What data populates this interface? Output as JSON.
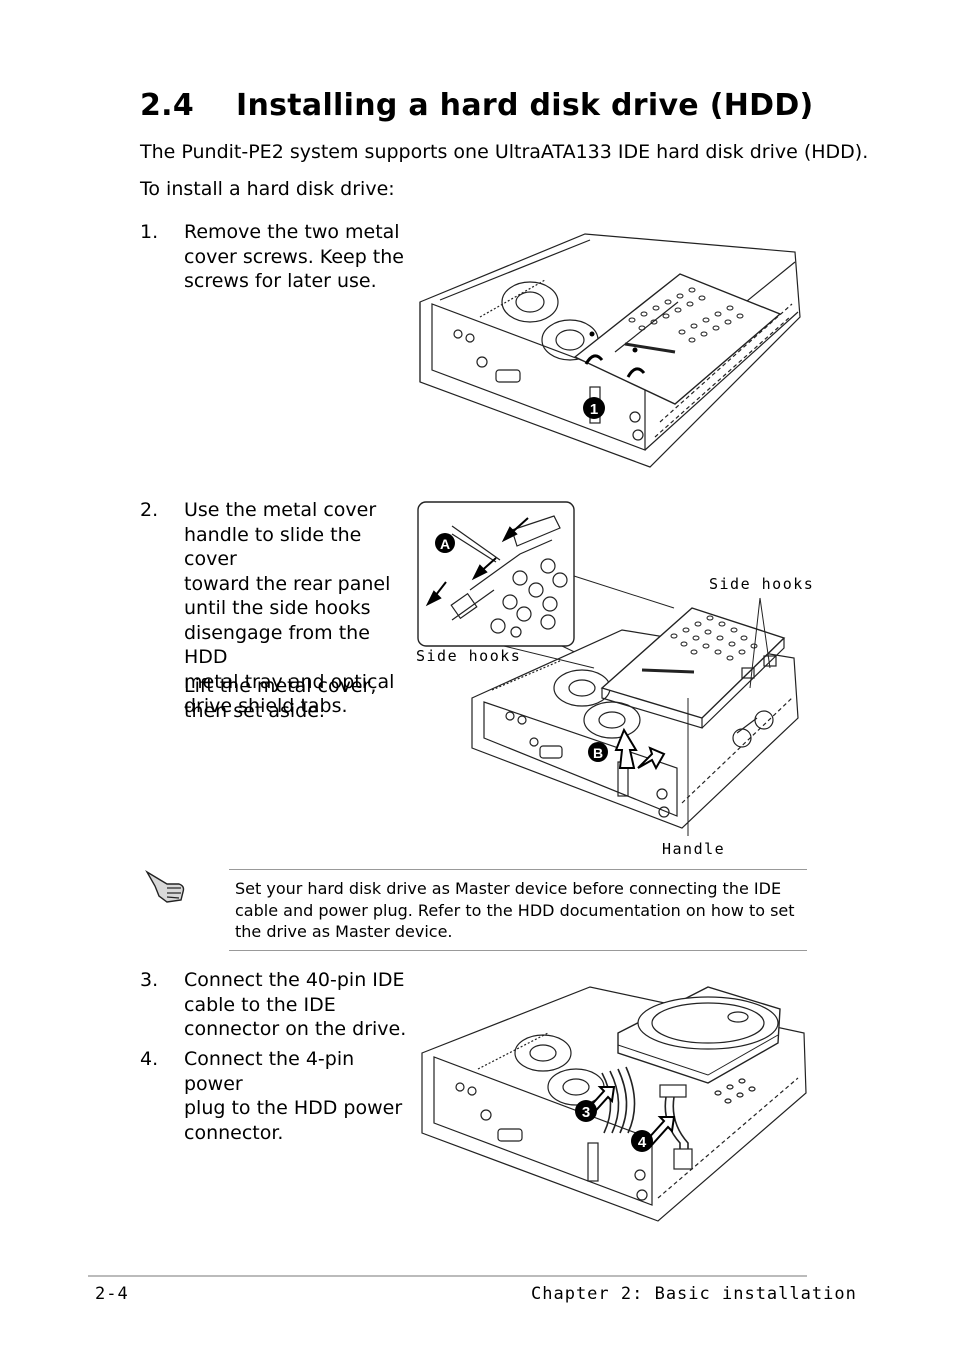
{
  "section": {
    "number": "2.4",
    "title": "Installing a hard disk drive (HDD)"
  },
  "intro": "The Pundit-PE2 system supports one UltraATA133 IDE hard disk drive (HDD).",
  "lead": "To install a hard disk drive:",
  "steps": [
    {
      "n": "1.",
      "text": "Remove the two metal\ncover screws. Keep the\nscrews for later use."
    },
    {
      "n": "2.",
      "text": "Use the metal cover\nhandle to slide the cover\ntoward the rear panel\nuntil the side hooks\ndisengage from the HDD\nmetal tray and optical\ndrive shield tabs."
    },
    {
      "n": "",
      "text": "Lift the metal cover,\nthen set aside."
    },
    {
      "n": "3.",
      "text": "Connect the 40-pin IDE\ncable to the IDE\nconnector on the drive."
    },
    {
      "n": "4.",
      "text": "Connect the 4-pin power\nplug to the HDD power\nconnector."
    }
  ],
  "figure_labels": {
    "side_hooks_right": "Side hooks",
    "side_hooks_left": "Side hooks",
    "handle": "Handle",
    "callout_1": "1",
    "callout_a": "A",
    "callout_b": "B",
    "callout_3": "3",
    "callout_4": "4"
  },
  "note": "Set your hard disk drive as Master device before connecting the IDE\ncable and power plug. Refer to the HDD documentation on how to set\nthe drive as Master device.",
  "note_icon": "pointing-hand-icon",
  "footer": {
    "page": "2-4",
    "chapter": "Chapter 2: Basic installation"
  }
}
